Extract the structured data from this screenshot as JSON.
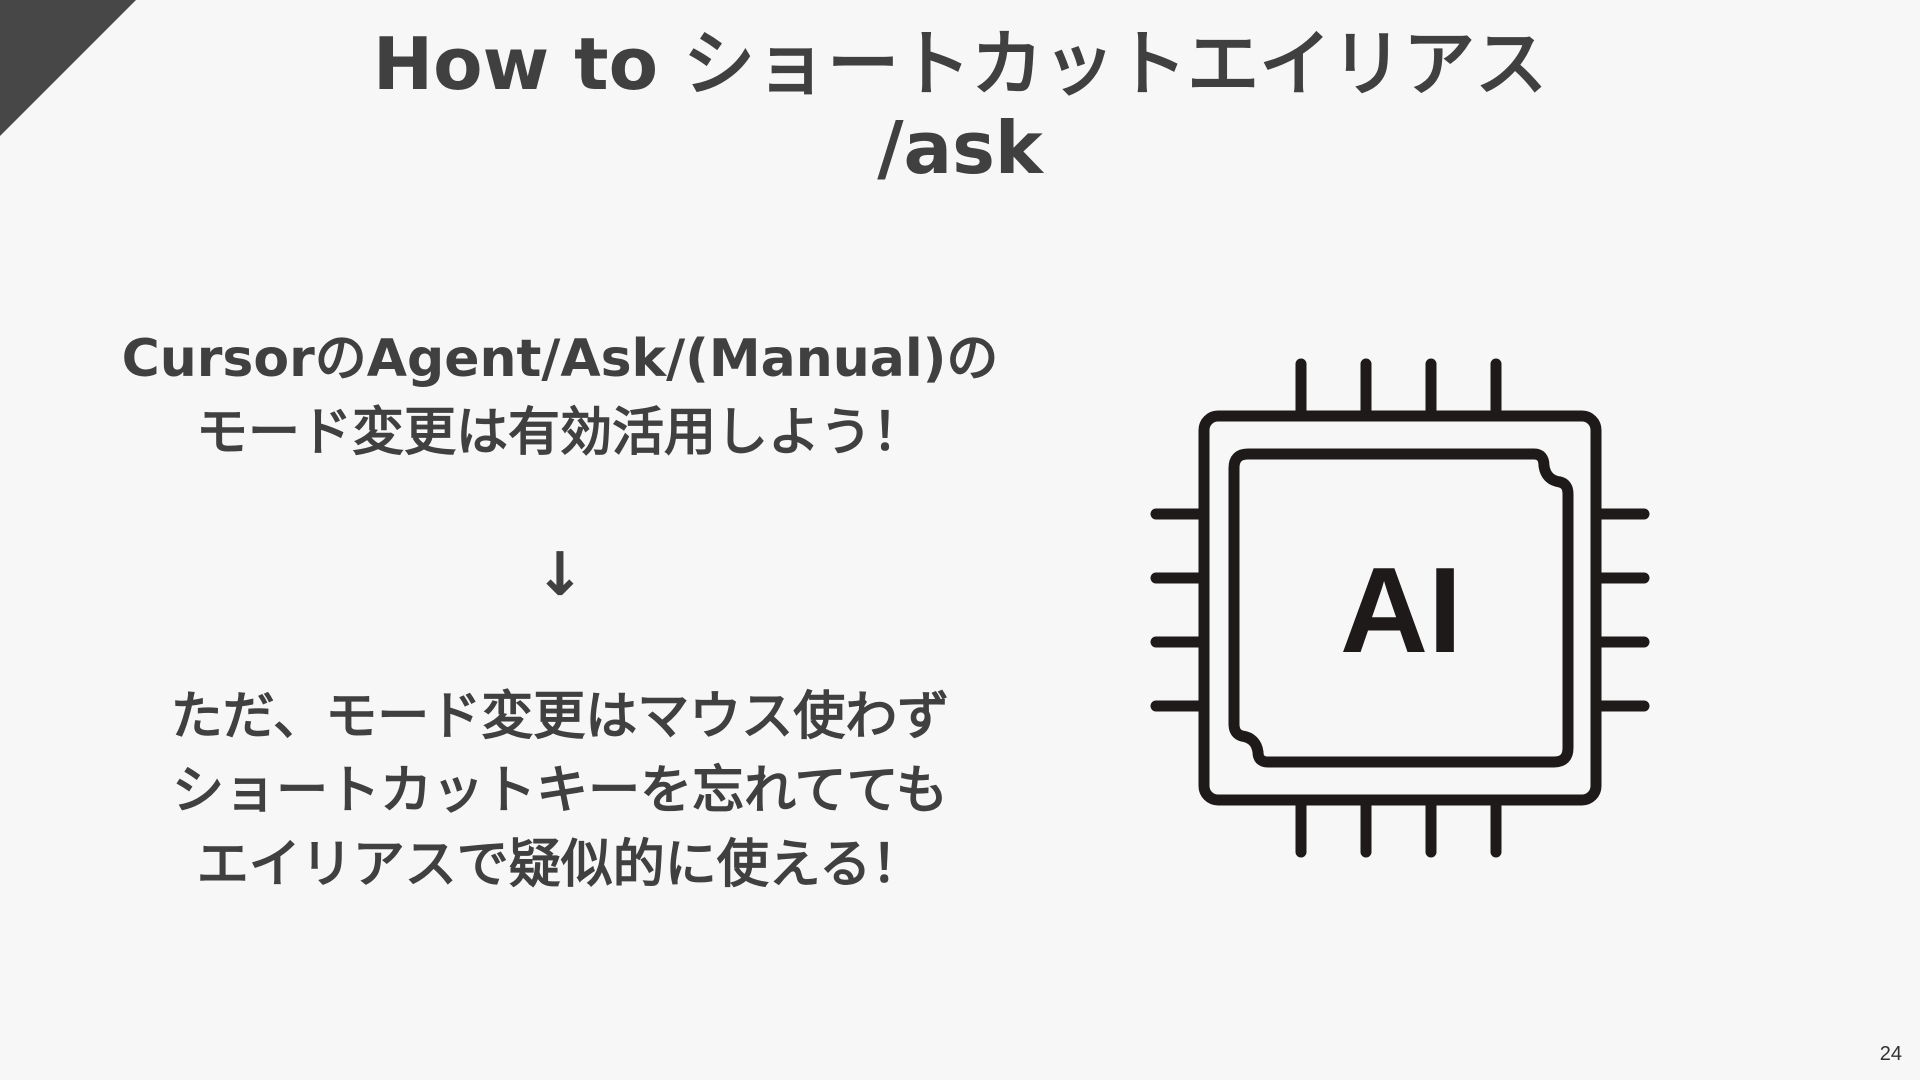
{
  "slide": {
    "title_line1": "How to ショートカットエイリアス",
    "title_line2": "/ask",
    "text1_line1": "CursorのAgent/Ask/(Manual)の",
    "text1_line2": "モード変更は有効活用しよう！",
    "arrow": "↓",
    "text2_line1": "ただ、モード変更はマウス使わず",
    "text2_line2": "ショートカットキーを忘れてても",
    "text2_line3": "エイリアスで疑似的に使える！",
    "chip_label": "AI",
    "page_number": "24"
  },
  "colors": {
    "background": "#f7f7f7",
    "text": "#404040",
    "corner": "#474747",
    "icon": "#1e1a1a"
  },
  "icons": {
    "chip": "ai-chip-icon"
  }
}
